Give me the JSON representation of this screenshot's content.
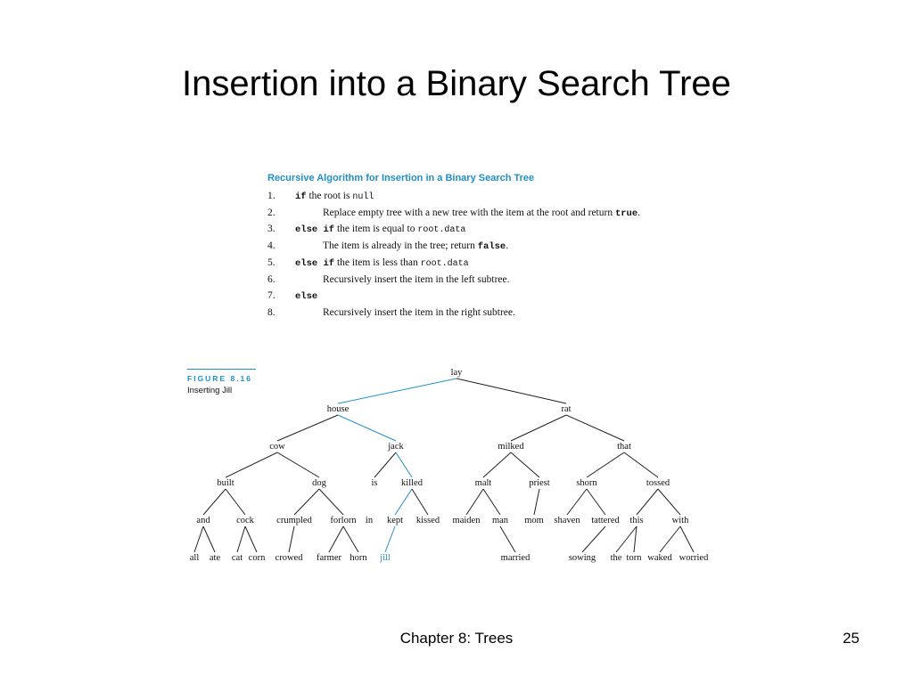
{
  "slide": {
    "title": "Insertion into a Binary Search Tree"
  },
  "algorithm": {
    "title": "Recursive Algorithm for Insertion in a Binary Search Tree",
    "steps": [
      {
        "num": "1.",
        "indent": false,
        "parts": [
          {
            "t": "if",
            "s": "kw"
          },
          {
            "t": " the root is "
          },
          {
            "t": "null",
            "s": "code"
          }
        ]
      },
      {
        "num": "2.",
        "indent": true,
        "parts": [
          {
            "t": "Replace empty tree with a new tree with the item at the root and return "
          },
          {
            "t": "true",
            "s": "kw"
          },
          {
            "t": "."
          }
        ]
      },
      {
        "num": "3.",
        "indent": false,
        "parts": [
          {
            "t": "else if",
            "s": "kw"
          },
          {
            "t": " the item is equal to "
          },
          {
            "t": "root.data",
            "s": "code"
          }
        ]
      },
      {
        "num": "4.",
        "indent": true,
        "parts": [
          {
            "t": "The item is already in the tree; return "
          },
          {
            "t": "false",
            "s": "kw"
          },
          {
            "t": "."
          }
        ]
      },
      {
        "num": "5.",
        "indent": false,
        "parts": [
          {
            "t": "else if",
            "s": "kw"
          },
          {
            "t": " the item is less than "
          },
          {
            "t": "root.data",
            "s": "code"
          }
        ]
      },
      {
        "num": "6.",
        "indent": true,
        "parts": [
          {
            "t": "Recursively insert the item in the left subtree."
          }
        ]
      },
      {
        "num": "7.",
        "indent": false,
        "parts": [
          {
            "t": "else",
            "s": "kw"
          }
        ]
      },
      {
        "num": "8.",
        "indent": true,
        "parts": [
          {
            "t": "Recursively insert the item in the right subtree."
          }
        ]
      }
    ]
  },
  "figure": {
    "label": "FIGURE 8.16",
    "caption": "Inserting Jill"
  },
  "tree": {
    "highlight_color": "#1f8fc8",
    "nodes": [
      {
        "id": "lay",
        "label": "lay"
      },
      {
        "id": "house",
        "label": "house"
      },
      {
        "id": "rat",
        "label": "rat"
      },
      {
        "id": "cow",
        "label": "cow"
      },
      {
        "id": "jack",
        "label": "jack"
      },
      {
        "id": "milked",
        "label": "milked"
      },
      {
        "id": "that",
        "label": "that"
      },
      {
        "id": "built",
        "label": "built"
      },
      {
        "id": "dog",
        "label": "dog"
      },
      {
        "id": "is",
        "label": "is"
      },
      {
        "id": "killed",
        "label": "killed"
      },
      {
        "id": "malt",
        "label": "malt"
      },
      {
        "id": "priest",
        "label": "priest"
      },
      {
        "id": "shorn",
        "label": "shorn"
      },
      {
        "id": "tossed",
        "label": "tossed"
      },
      {
        "id": "and",
        "label": "and"
      },
      {
        "id": "cock",
        "label": "cock"
      },
      {
        "id": "crumpled",
        "label": "crumpled"
      },
      {
        "id": "forlorn",
        "label": "forlorn"
      },
      {
        "id": "in",
        "label": "in"
      },
      {
        "id": "kept",
        "label": "kept"
      },
      {
        "id": "kissed",
        "label": "kissed"
      },
      {
        "id": "maiden",
        "label": "maiden"
      },
      {
        "id": "man",
        "label": "man"
      },
      {
        "id": "mom",
        "label": "mom"
      },
      {
        "id": "shaven",
        "label": "shaven"
      },
      {
        "id": "tattered",
        "label": "tattered"
      },
      {
        "id": "this",
        "label": "this"
      },
      {
        "id": "with",
        "label": "with"
      },
      {
        "id": "all",
        "label": "all"
      },
      {
        "id": "ate",
        "label": "ate"
      },
      {
        "id": "cat",
        "label": "cat"
      },
      {
        "id": "corn",
        "label": "corn"
      },
      {
        "id": "crowed",
        "label": "crowed"
      },
      {
        "id": "farmer",
        "label": "farmer"
      },
      {
        "id": "horn",
        "label": "horn"
      },
      {
        "id": "jill",
        "label": "jill",
        "highlight": true
      },
      {
        "id": "married",
        "label": "married"
      },
      {
        "id": "sowing",
        "label": "sowing"
      },
      {
        "id": "the",
        "label": "the"
      },
      {
        "id": "torn",
        "label": "torn"
      },
      {
        "id": "waked",
        "label": "waked"
      },
      {
        "id": "worried",
        "label": "worried"
      }
    ],
    "edges": [
      [
        "lay",
        "house",
        true
      ],
      [
        "lay",
        "rat"
      ],
      [
        "house",
        "cow"
      ],
      [
        "house",
        "jack",
        true
      ],
      [
        "rat",
        "milked"
      ],
      [
        "rat",
        "that"
      ],
      [
        "cow",
        "built"
      ],
      [
        "cow",
        "dog"
      ],
      [
        "jack",
        "is"
      ],
      [
        "jack",
        "killed",
        true
      ],
      [
        "milked",
        "malt"
      ],
      [
        "milked",
        "priest"
      ],
      [
        "that",
        "shorn"
      ],
      [
        "that",
        "tossed"
      ],
      [
        "built",
        "and"
      ],
      [
        "built",
        "cock"
      ],
      [
        "dog",
        "crumpled"
      ],
      [
        "dog",
        "forlorn"
      ],
      [
        "killed",
        "kept",
        true
      ],
      [
        "killed",
        "kissed"
      ],
      [
        "malt",
        "maiden"
      ],
      [
        "malt",
        "man"
      ],
      [
        "priest",
        "mom"
      ],
      [
        "shorn",
        "shaven"
      ],
      [
        "shorn",
        "tattered"
      ],
      [
        "tossed",
        "this"
      ],
      [
        "tossed",
        "with"
      ],
      [
        "and",
        "all"
      ],
      [
        "and",
        "ate"
      ],
      [
        "cock",
        "cat"
      ],
      [
        "cock",
        "corn"
      ],
      [
        "crumpled",
        "crowed"
      ],
      [
        "forlorn",
        "farmer"
      ],
      [
        "forlorn",
        "horn"
      ],
      [
        "kept",
        "jill",
        true
      ],
      [
        "man",
        "married"
      ],
      [
        "tattered",
        "sowing"
      ],
      [
        "this",
        "the"
      ],
      [
        "this",
        "torn"
      ],
      [
        "with",
        "waked"
      ],
      [
        "with",
        "worried"
      ]
    ]
  },
  "footer": {
    "center": "Chapter 8: Trees",
    "page": "25"
  }
}
